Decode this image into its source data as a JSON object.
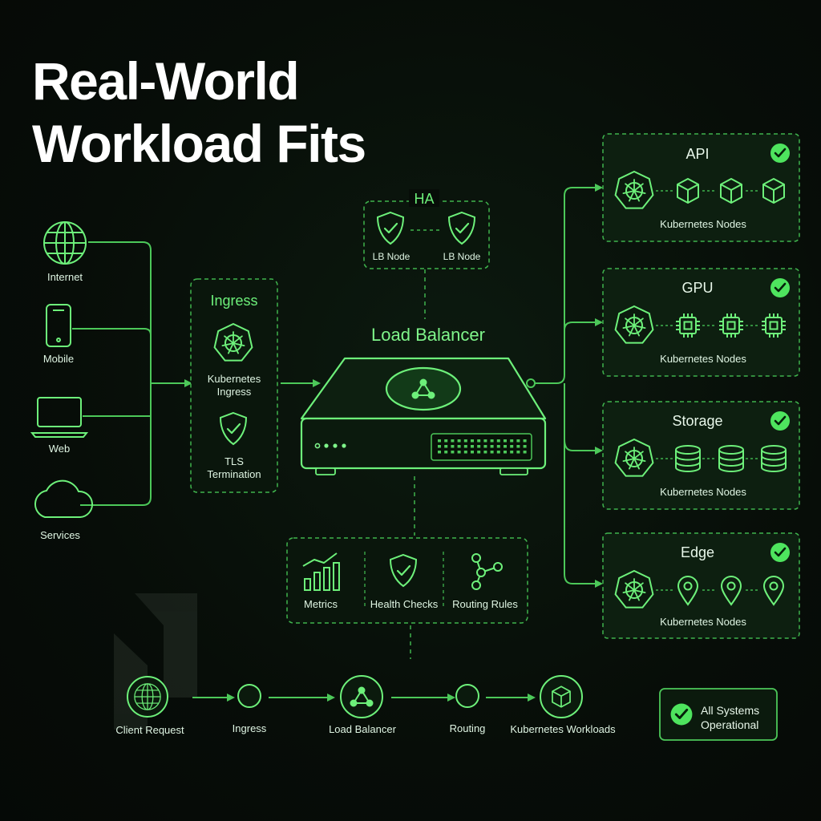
{
  "title": {
    "line1": "Real-World",
    "line2": "Workload Fits"
  },
  "sources": [
    {
      "label": "Internet",
      "icon": "globe-icon"
    },
    {
      "label": "Mobile",
      "icon": "smartphone-icon"
    },
    {
      "label": "Web",
      "icon": "laptop-icon"
    },
    {
      "label": "Services",
      "icon": "cloud-icon"
    }
  ],
  "ingress": {
    "title": "Ingress",
    "k8s_label": [
      "Kubernetes",
      "Ingress"
    ],
    "tls_label": [
      "TLS",
      "Termination"
    ]
  },
  "ha": {
    "title": "HA",
    "node_left": "LB Node",
    "node_right": "LB Node"
  },
  "load_balancer": {
    "title": "Load Balancer"
  },
  "monitoring": [
    {
      "label": "Metrics",
      "icon": "bar-chart-icon"
    },
    {
      "label": "Health Checks",
      "icon": "shield-check-icon"
    },
    {
      "label": "Routing Rules",
      "icon": "network-icon"
    }
  ],
  "pools": [
    {
      "title": "API",
      "node_label": "Kubernetes Nodes",
      "icon": "cube-icon"
    },
    {
      "title": "GPU",
      "node_label": "Kubernetes Nodes",
      "icon": "chip-icon"
    },
    {
      "title": "Storage",
      "node_label": "Kubernetes Nodes",
      "icon": "database-icon"
    },
    {
      "title": "Edge",
      "node_label": "Kubernetes Nodes",
      "icon": "location-pin-icon"
    }
  ],
  "flow": [
    {
      "label": "Client Request",
      "icon": "globe-icon"
    },
    {
      "label": "Ingress",
      "icon": "circle-icon"
    },
    {
      "label": "Load Balancer",
      "icon": "network-icon"
    },
    {
      "label": "Routing",
      "icon": "circle-icon"
    },
    {
      "label": "Kubernetes Workloads",
      "icon": "cube-icon"
    }
  ],
  "status": {
    "line1": "All Systems",
    "line2": "Operational"
  },
  "colors": {
    "background": "#060b07",
    "accent": "#6df07a",
    "accent_bright": "#8bff94",
    "panel_fill": "#0d1f10",
    "text": "#dff5e3",
    "title": "#ffffff"
  }
}
